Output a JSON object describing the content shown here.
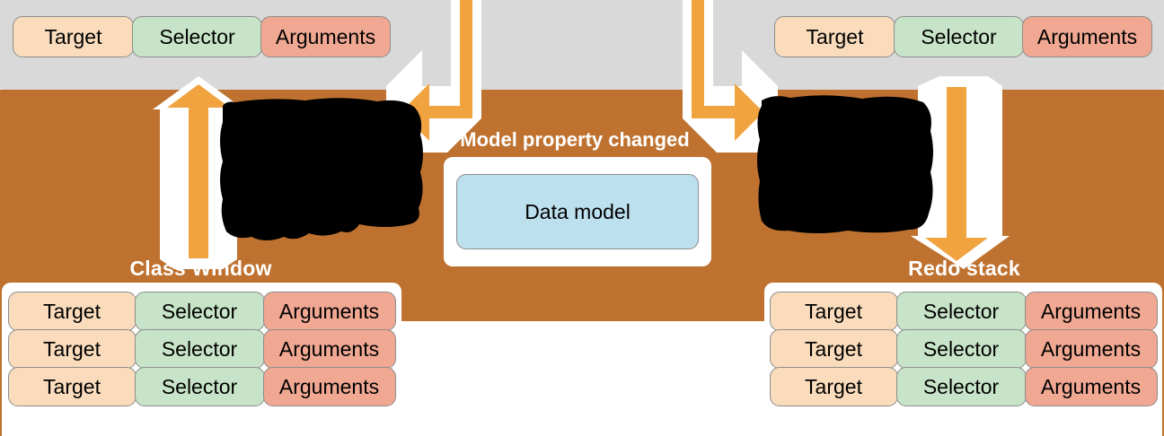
{
  "colors": {
    "background_grey": "#d9d9d9",
    "background_brown": "#bf7230",
    "panel_white": "#ffffff",
    "arrow_orange": "#f0a33f",
    "arrow_halo": "#ffffff",
    "pill_target": "#fadcbc",
    "pill_selector": "#c8e4c8",
    "pill_arguments": "#f0a893",
    "pill_border": "#8c8c8c",
    "data_model_fill": "#bde0ee",
    "title_text": "#ffffff",
    "pill_text": "#000000"
  },
  "top_left_row": {
    "name": "top-left-invocation-row",
    "pills": [
      {
        "label": "Target",
        "kind": "target"
      },
      {
        "label": "Selector",
        "kind": "selector"
      },
      {
        "label": "Arguments",
        "kind": "arguments"
      }
    ]
  },
  "top_right_row": {
    "name": "top-right-invocation-row",
    "pills": [
      {
        "label": "Target",
        "kind": "target"
      },
      {
        "label": "Selector",
        "kind": "selector"
      },
      {
        "label": "Arguments",
        "kind": "arguments"
      }
    ]
  },
  "centre": {
    "title": "Model property changed",
    "box_label": "Data model"
  },
  "left_stack": {
    "title": "Class Window",
    "rows": [
      {
        "target": "Target",
        "selector": "Selector",
        "arguments": "Arguments"
      },
      {
        "target": "Target",
        "selector": "Selector",
        "arguments": "Arguments"
      },
      {
        "target": "Target",
        "selector": "Selector",
        "arguments": "Arguments"
      }
    ]
  },
  "right_stack": {
    "title": "Redo stack",
    "rows": [
      {
        "target": "Target",
        "selector": "Selector",
        "arguments": "Arguments"
      },
      {
        "target": "Target",
        "selector": "Selector",
        "arguments": "Arguments"
      },
      {
        "target": "Target",
        "selector": "Selector",
        "arguments": "Arguments"
      }
    ]
  },
  "arrows": [
    {
      "name": "arrow-up-left-stack-to-top-row",
      "direction": "up"
    },
    {
      "name": "arrow-down-left-diagonal-to-centre",
      "direction": "down-left-diagonal"
    },
    {
      "name": "arrow-up-right-diagonal-from-centre",
      "direction": "up-right-diagonal"
    },
    {
      "name": "arrow-down-right-top-row-to-redo-stack",
      "direction": "down"
    }
  ],
  "redactions": [
    {
      "name": "redaction-block-left"
    },
    {
      "name": "redaction-block-right"
    }
  ]
}
